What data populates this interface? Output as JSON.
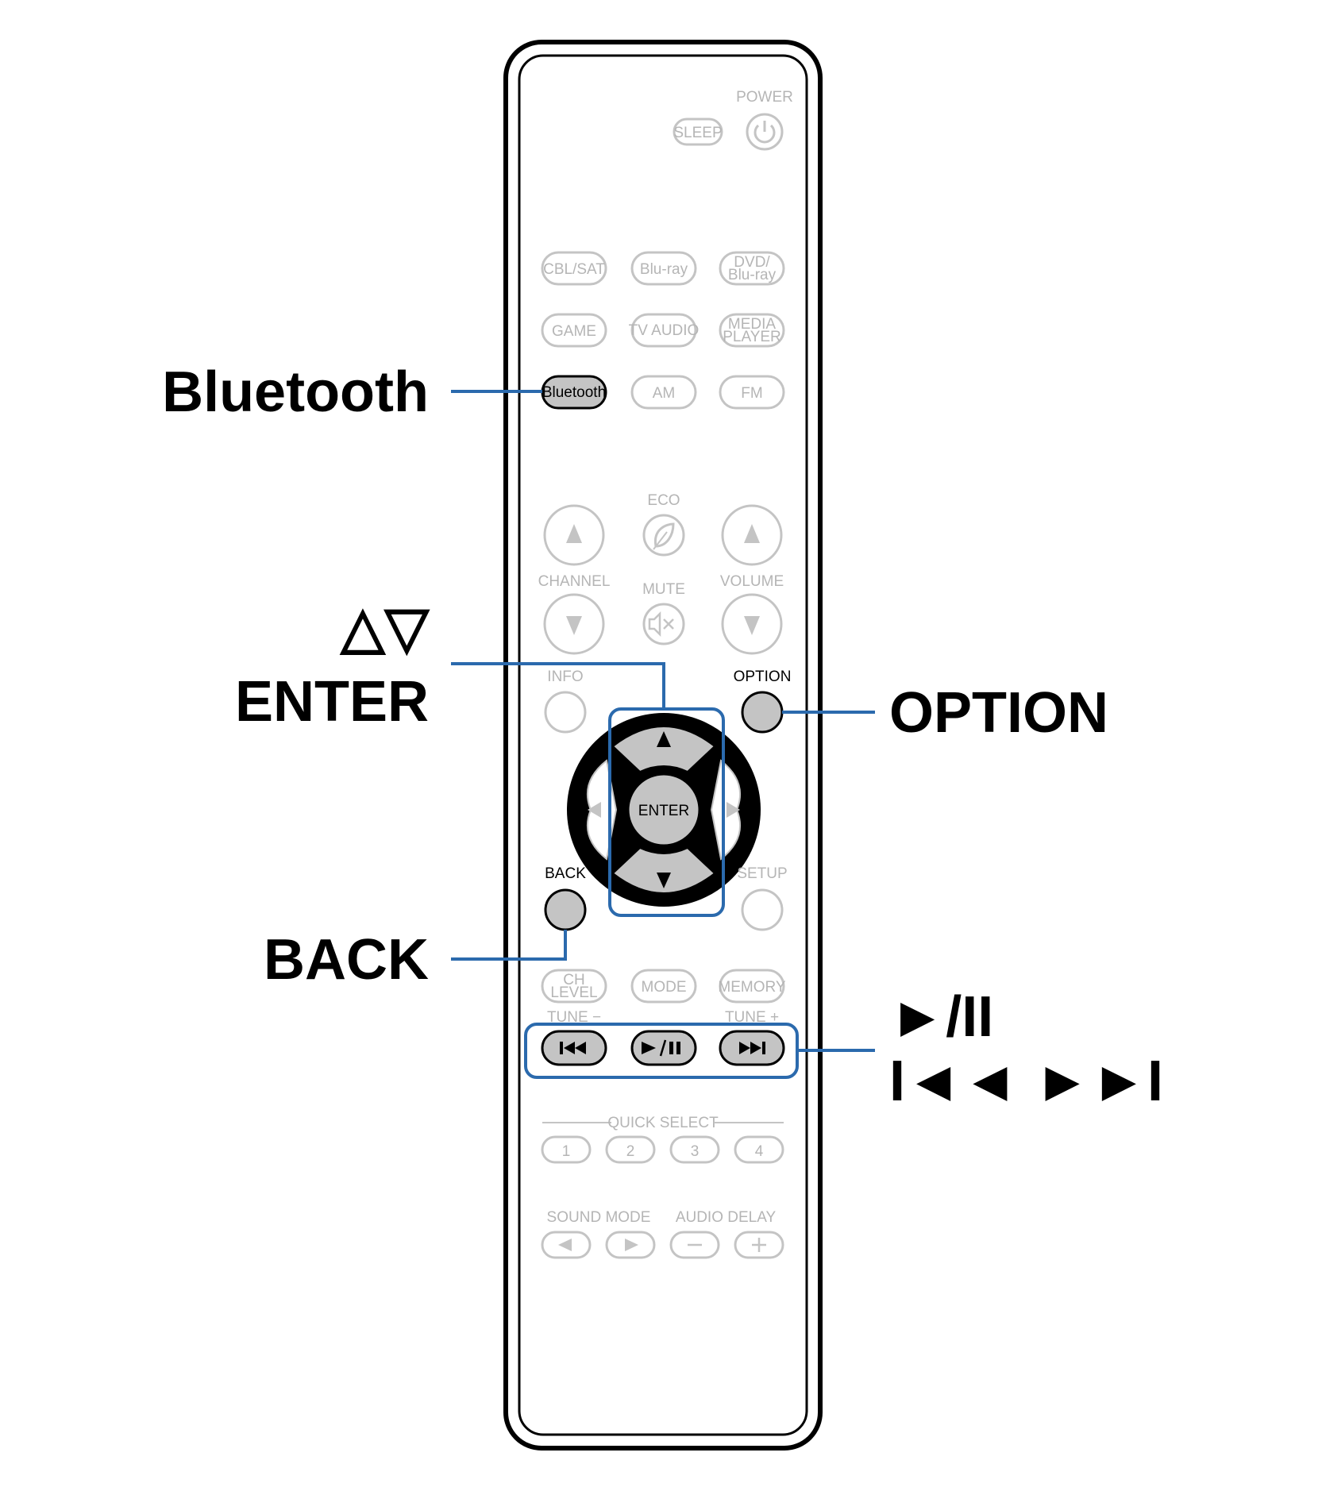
{
  "remote": {
    "power_label": "POWER",
    "sleep_label": "SLEEP",
    "sources": {
      "cbl_sat": "CBL/SAT",
      "bluray": "Blu-ray",
      "dvd_l1": "DVD/",
      "dvd_l2": "Blu-ray",
      "game": "GAME",
      "tv_audio": "TV AUDIO",
      "media_l1": "MEDIA",
      "media_l2": "PLAYER",
      "bluetooth": "Bluetooth",
      "am": "AM",
      "fm": "FM"
    },
    "eco_label": "ECO",
    "channel_label": "CHANNEL",
    "mute_label": "MUTE",
    "volume_label": "VOLUME",
    "info_label": "INFO",
    "option_label": "OPTION",
    "enter_label": "ENTER",
    "back_label": "BACK",
    "setup_label": "SETUP",
    "ch_level_l1": "CH",
    "ch_level_l2": "LEVEL",
    "mode_label": "MODE",
    "memory_label": "MEMORY",
    "tune_minus_label": "TUNE −",
    "tune_plus_label": "TUNE +",
    "quick_select_label": "QUICK SELECT",
    "quick_select_numbers": [
      "1",
      "2",
      "3",
      "4"
    ],
    "sound_mode_label": "SOUND MODE",
    "audio_delay_label": "AUDIO DELAY"
  },
  "callouts": {
    "bluetooth": "Bluetooth",
    "cursor_arrows": "△▽",
    "enter": "ENTER",
    "option": "OPTION",
    "back": "BACK",
    "play_pause": "►/II",
    "skip": "I◄◄ ►►I"
  },
  "colors": {
    "leader_line": "#2b6aad",
    "active_button": "#c4c4c4",
    "inactive_button": "#c4c4c4"
  }
}
